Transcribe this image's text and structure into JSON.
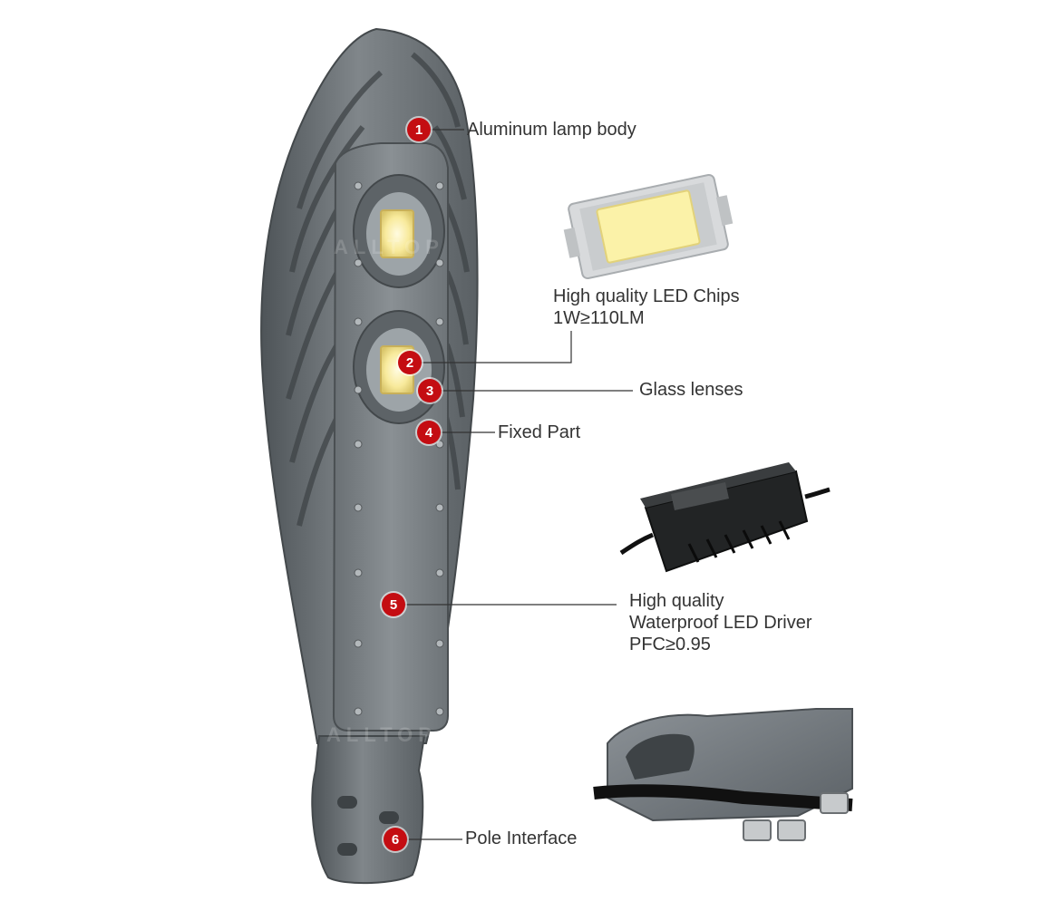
{
  "callouts": [
    {
      "number": "1",
      "label": "Aluminum lamp body"
    },
    {
      "number": "2",
      "label_lines": [
        "High quality LED Chips",
        "1W≥110LM"
      ]
    },
    {
      "number": "3",
      "label": "Glass lenses"
    },
    {
      "number": "4",
      "label": "Fixed Part"
    },
    {
      "number": "5",
      "label_lines": [
        "High quality",
        "Waterproof LED Driver",
        "PFC≥0.95"
      ]
    },
    {
      "number": "6",
      "label": "Pole Interface"
    }
  ],
  "colors": {
    "badge": "#c40d12",
    "lamp_body": "#6f7579",
    "led_yellow": "#f7e9a0",
    "driver_black": "#1e1e1e"
  }
}
